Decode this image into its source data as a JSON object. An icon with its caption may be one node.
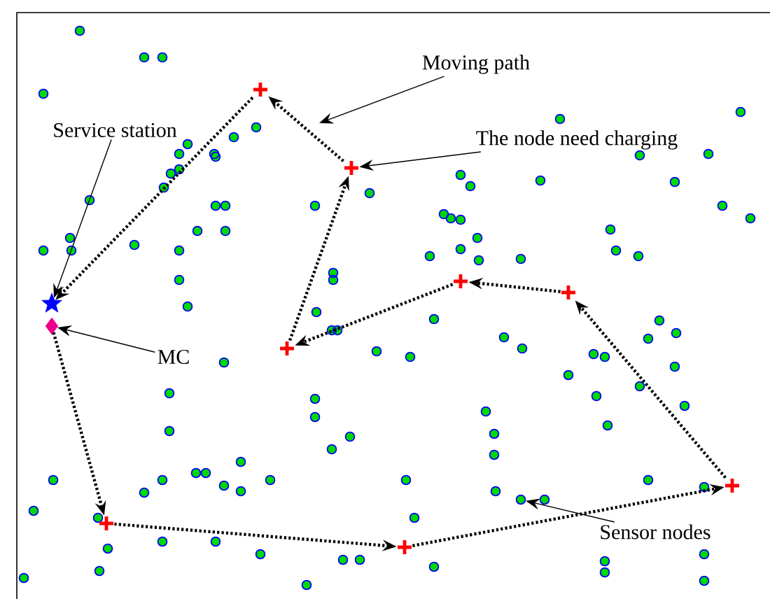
{
  "diagram": {
    "nodes": [
      {
        "text": [
          "Service station"
        ]
      },
      {
        "text": [],
        "shape": "star"
      },
      {
        "text": [],
        "shape": "diamond"
      },
      {
        "text": [
          "MC"
        ]
      },
      {
        "text": [
          "Moving path"
        ]
      },
      {
        "text": [
          "The node need charging"
        ]
      },
      {
        "text": [],
        "shape": "cross"
      },
      {
        "text": [],
        "shape": "cross"
      },
      {
        "text": [],
        "shape": "cross"
      },
      {
        "text": [],
        "shape": "cross"
      },
      {
        "text": [],
        "shape": "cross"
      },
      {
        "text": [],
        "shape": "cross"
      },
      {
        "text": [],
        "shape": "cross"
      },
      {
        "text": [],
        "shape": "cross"
      },
      {
        "text": [
          "Sensor nodes"
        ]
      },
      {
        "text": [],
        "shape": "circle"
      }
    ],
    "edges": [
      {
        "from": 2,
        "to": 12,
        "arrow": "to",
        "style": "dashed"
      },
      {
        "from": 12,
        "to": 13,
        "arrow": "to",
        "style": "dashed"
      },
      {
        "from": 13,
        "to": 11,
        "arrow": "to",
        "style": "dashed"
      },
      {
        "from": 11,
        "to": 9,
        "arrow": "to",
        "style": "dashed"
      },
      {
        "from": 9,
        "to": 8,
        "arrow": "to",
        "style": "dashed"
      },
      {
        "from": 8,
        "to": 10,
        "arrow": "to",
        "style": "dashed"
      },
      {
        "from": 10,
        "to": 7,
        "arrow": "to",
        "style": "dashed"
      },
      {
        "from": 7,
        "to": 6,
        "arrow": "to",
        "style": "dashed"
      },
      {
        "from": 6,
        "to": 1,
        "arrow": "to",
        "style": "dashed"
      },
      {
        "from": 0,
        "to": 1,
        "arrow": "to"
      },
      {
        "from": 3,
        "to": 2,
        "arrow": "to"
      },
      {
        "from": 4,
        "to": null,
        "arrow": "to"
      },
      {
        "from": 5,
        "to": 7,
        "arrow": "to"
      },
      {
        "from": 14,
        "to": 15,
        "arrow": "to"
      }
    ]
  }
}
